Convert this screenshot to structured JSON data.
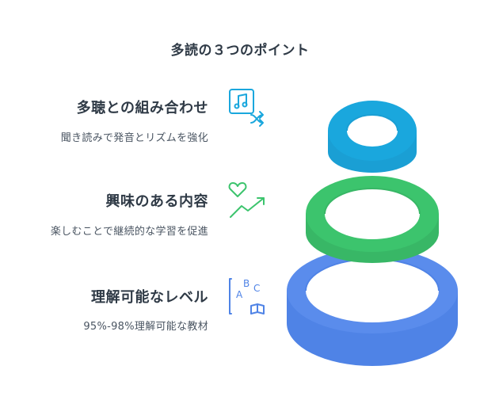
{
  "title": "多読の３つのポイント",
  "items": [
    {
      "title": "多聴との組み合わせ",
      "description": "聞き読みで発音とリズムを強化",
      "icon": "music-shuffle-icon",
      "color": "#1aa7dd"
    },
    {
      "title": "興味のある内容",
      "description": "楽しむことで継続的な学習を促進",
      "icon": "heart-growth-icon",
      "color": "#3cc46d"
    },
    {
      "title": "理解可能なレベル",
      "description": "95%-98%理解可能な教材",
      "icon": "abc-book-icon",
      "color": "#4f83e6"
    }
  ],
  "icon_letters": {
    "a": "A",
    "b": "B",
    "c": "C"
  }
}
